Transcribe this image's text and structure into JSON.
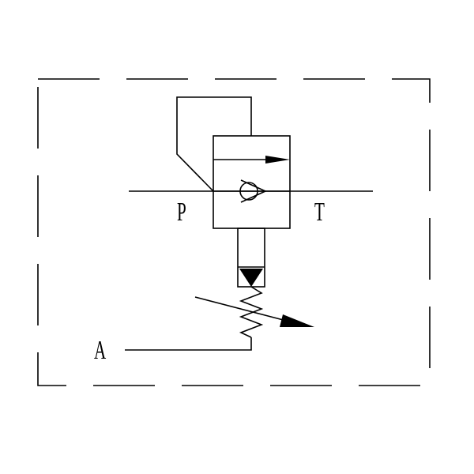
{
  "ports": {
    "p": "P",
    "t": "T",
    "a": "A"
  },
  "colors": {
    "stroke": "#000000",
    "background": "#ffffff"
  },
  "icons": [
    "valve-envelope",
    "valve-body",
    "check-ball",
    "flow-arrow",
    "spring",
    "adjustable-arrow",
    "pilot-triangle"
  ]
}
